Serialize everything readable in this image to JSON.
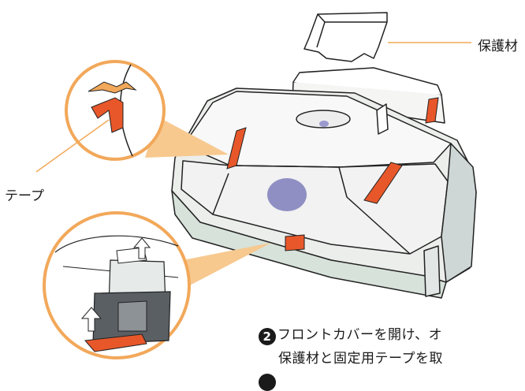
{
  "labels": {
    "protective_material": "保護材",
    "tape": "テープ"
  },
  "instructions": {
    "step2_number": "2",
    "step2_line1": "フロントカバーを開け、オ",
    "step2_line2": "保護材と固定用テープを取"
  },
  "colors": {
    "tape": "#e8572a",
    "callout": "#f2a85a",
    "callout_fill": "#f7c98f",
    "printer_body": "#e9ecea",
    "outline": "#222222"
  }
}
